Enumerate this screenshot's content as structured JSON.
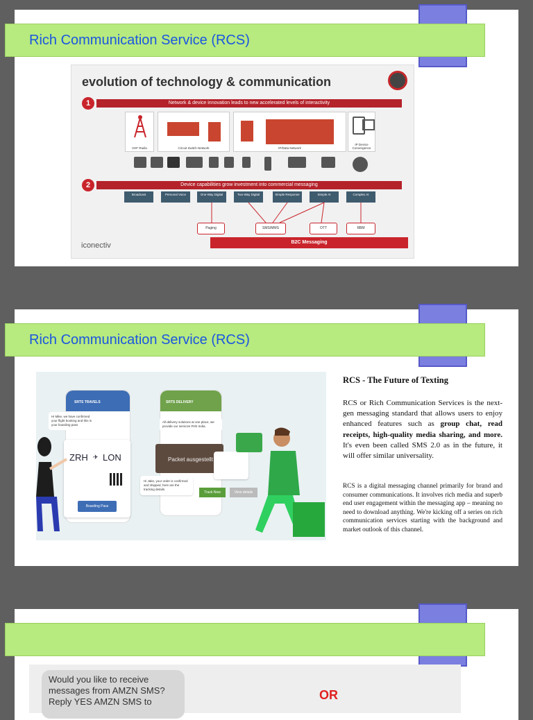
{
  "slides": [
    {
      "title": "Rich Communication Service (RCS)",
      "infographic": {
        "heading": "evolution of technology & communication",
        "step1_number": "1",
        "step1_banner": "Network & device innovation leads to new accelerated levels of interactivity",
        "captions": [
          "VHF Radio",
          "Circuit Switch Network",
          "IP/Data Network",
          "IP Device Convergence"
        ],
        "step2_number": "2",
        "step2_banner": "Device capabilities grow investment into commercial messaging",
        "stages": [
          "Broadcast",
          "Personal Voice",
          "One-Way Digital",
          "Two-Way Digital",
          "Simple Response",
          "Simple AI",
          "Complex AI"
        ],
        "channels": [
          "Paging",
          "SMS/MMS",
          "OTT",
          "RBM"
        ],
        "b2c": "B2C Messaging",
        "brand": "iconectiv"
      }
    },
    {
      "title": "Rich Communication Service (RCS)",
      "illustration": {
        "app1": "SRTS TRAVELS",
        "chat1": "Hi Mike, we have confirmed your flight booking and this is your boarding pass",
        "from": "ZRH",
        "to": "LON",
        "boarding_button": "Boarding Pass",
        "app2": "SRTS DELIVERY",
        "chat2": "All delivery solutions at one place, we provide our services PAN India.",
        "packet": "Packet ausgestellt",
        "chat3": "Hi Jake, your order is confirmed and shipped, here are the tracking details.",
        "track_button": "Track Now",
        "details_button": "View details"
      },
      "heading": "RCS - The Future of Texting",
      "para1_a": "RCS or Rich Communication Services is the next-gen messaging standard that allows users to enjoy enhanced features such as ",
      "para1_bold": "group chat, read receipts, high-quality media sharing, and more.",
      "para1_b": " It's even been called SMS 2.0 as in the future, it will offer similar universality.",
      "para2": "RCS is a digital messaging channel primarily for brand and consumer communications. It involves rich media and superb end user engagement within the messaging app – meaning no need to download anything. We're kicking off a series on rich communication services starting with the background and market outlook of this channel."
    },
    {
      "title": "",
      "sms_text": "Would you like to receive messages from AMZN SMS? Reply YES AMZN SMS to",
      "or": "OR"
    }
  ],
  "colors": {
    "title_bar": "#b7ea7f",
    "title_text": "#1a56e0",
    "tab": "#7b7fe0",
    "accent_red": "#c9242b"
  }
}
